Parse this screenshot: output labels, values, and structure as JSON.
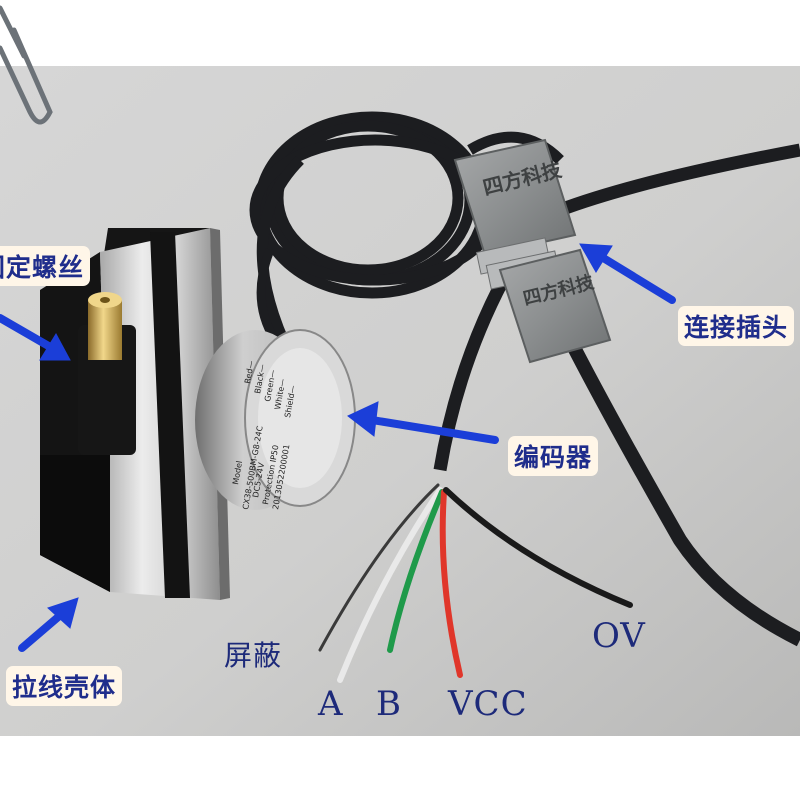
{
  "labels": {
    "fixing_screw": "固定螺丝",
    "connector": "连接插头",
    "encoder": "编码器",
    "housing": "拉线壳体",
    "shield": "屏蔽",
    "a": "A",
    "b": "B",
    "vcc": "VCC",
    "ov": "OV"
  },
  "encoder_sticker": {
    "wire_lines": [
      "Red—",
      "Black—",
      "Green—",
      "White—",
      "Shield—"
    ],
    "info_lines": [
      "Model",
      "CX38-500BM-G8-24C",
      "DC5-24V",
      "Protection IP50",
      "2013052200001"
    ]
  },
  "connector_text": "四方科技",
  "colors": {
    "arrow": "#1b3ed8",
    "label_text": "#1f2d8c",
    "label_bg": "#fff6e8",
    "wire_red": "#e0362a",
    "wire_green": "#1f9a4a",
    "wire_white": "#e9e9e9",
    "cable": "#1c1d20",
    "connector": "#8f9293"
  }
}
